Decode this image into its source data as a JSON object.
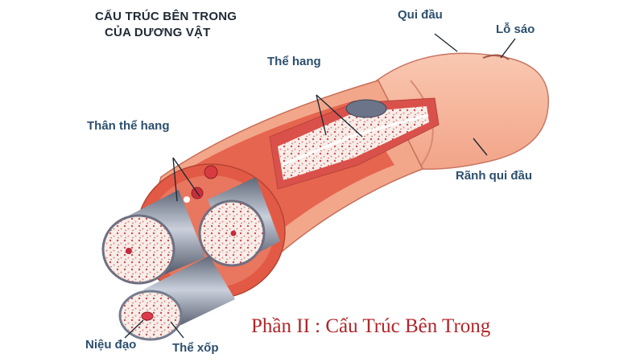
{
  "title": {
    "line1": "CẤU TRÚC BÊN TRONG",
    "line2": "CỦA DƯƠNG VẬT"
  },
  "labels": {
    "qui_dau": "Qui đầu",
    "lo_sao": "Lỗ sáo",
    "the_hang": "Thể hang",
    "than_the_hang": "Thân thể hang",
    "ranh_qui_dau": "Rãnh qui đầu",
    "nieu_dao": "Niệu đạo",
    "the_xop": "Thể xốp"
  },
  "caption": "Phần II : Cấu Trúc Bên Trong",
  "colors": {
    "skin": "#f6b79d",
    "skin_dark": "#e8866c",
    "tissue_red": "#e0493f",
    "sponge": "#f5ece6",
    "sponge_dot": "#c9394a",
    "tunica": "#8a94a8",
    "label": "#2c4f6e",
    "caption": "#b0262a"
  }
}
